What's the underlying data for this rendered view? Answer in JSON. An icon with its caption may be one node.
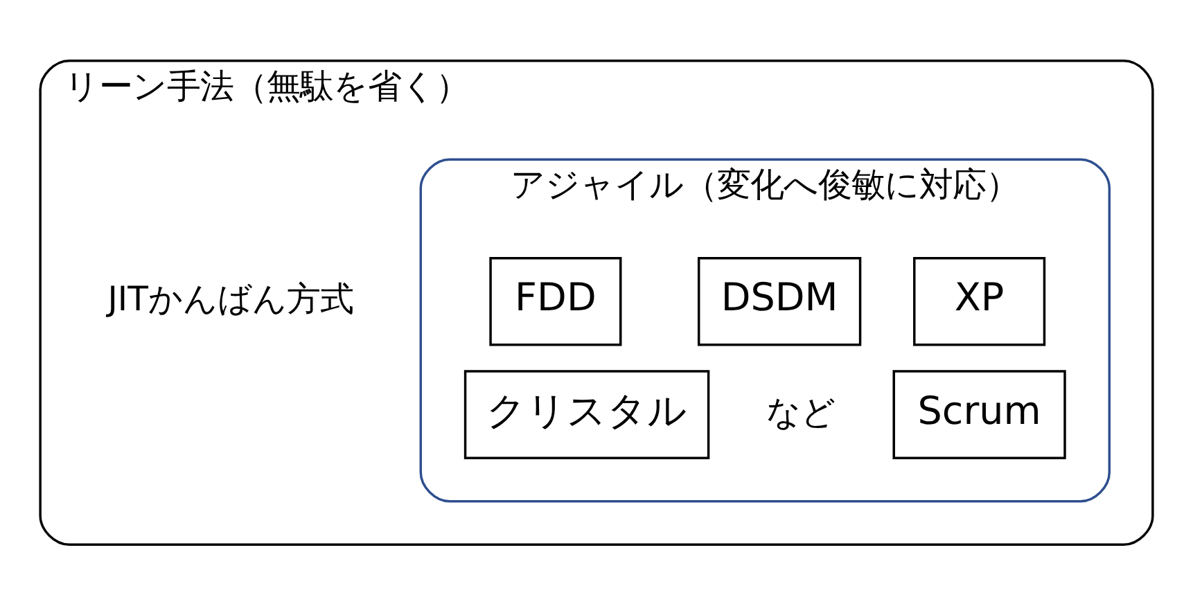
{
  "diagram": {
    "nodes": [
      {
        "text": [
          "リーン手法（無駄を省く）"
        ]
      },
      {
        "text": [
          "アジャイル（変化へ俊敏に対応）"
        ],
        "in": 0
      },
      {
        "text": [
          "XP"
        ],
        "in": 1
      },
      {
        "text": [
          "DSDM"
        ],
        "in": 1
      },
      {
        "text": [
          "FDD"
        ],
        "in": 1
      },
      {
        "text": [
          "Scrum"
        ],
        "in": 1
      },
      {
        "text": [
          "クリスタル"
        ],
        "in": 1
      }
    ],
    "edges": [],
    "labels": [
      "JITかんばん方式",
      "など"
    ]
  }
}
